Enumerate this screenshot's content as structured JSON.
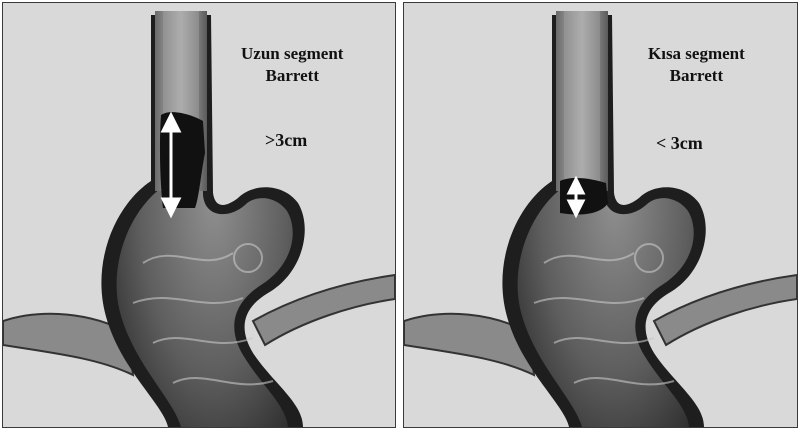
{
  "panels": [
    {
      "label_line1": "Uzun segment",
      "label_line2": "Barrett",
      "measure": ">3cm"
    },
    {
      "label_line1": "Kısa segment",
      "label_line2": "Barrett",
      "measure": "< 3cm"
    }
  ]
}
